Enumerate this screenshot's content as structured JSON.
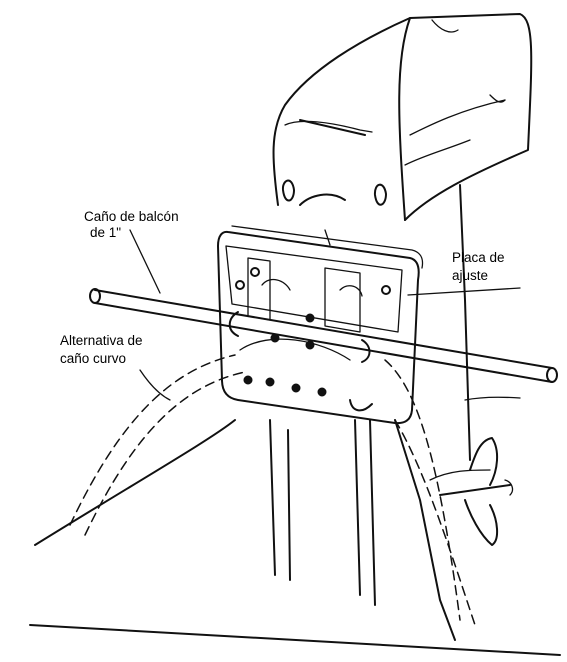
{
  "labels": {
    "balcon_pipe_line1": "Caño de balcón",
    "balcon_pipe_line2": "de 1\"",
    "curved_pipe_line1": "Alternativa de",
    "curved_pipe_line2": "caño curvo",
    "plate_line1": "Placa de",
    "plate_line2": "ajuste"
  }
}
